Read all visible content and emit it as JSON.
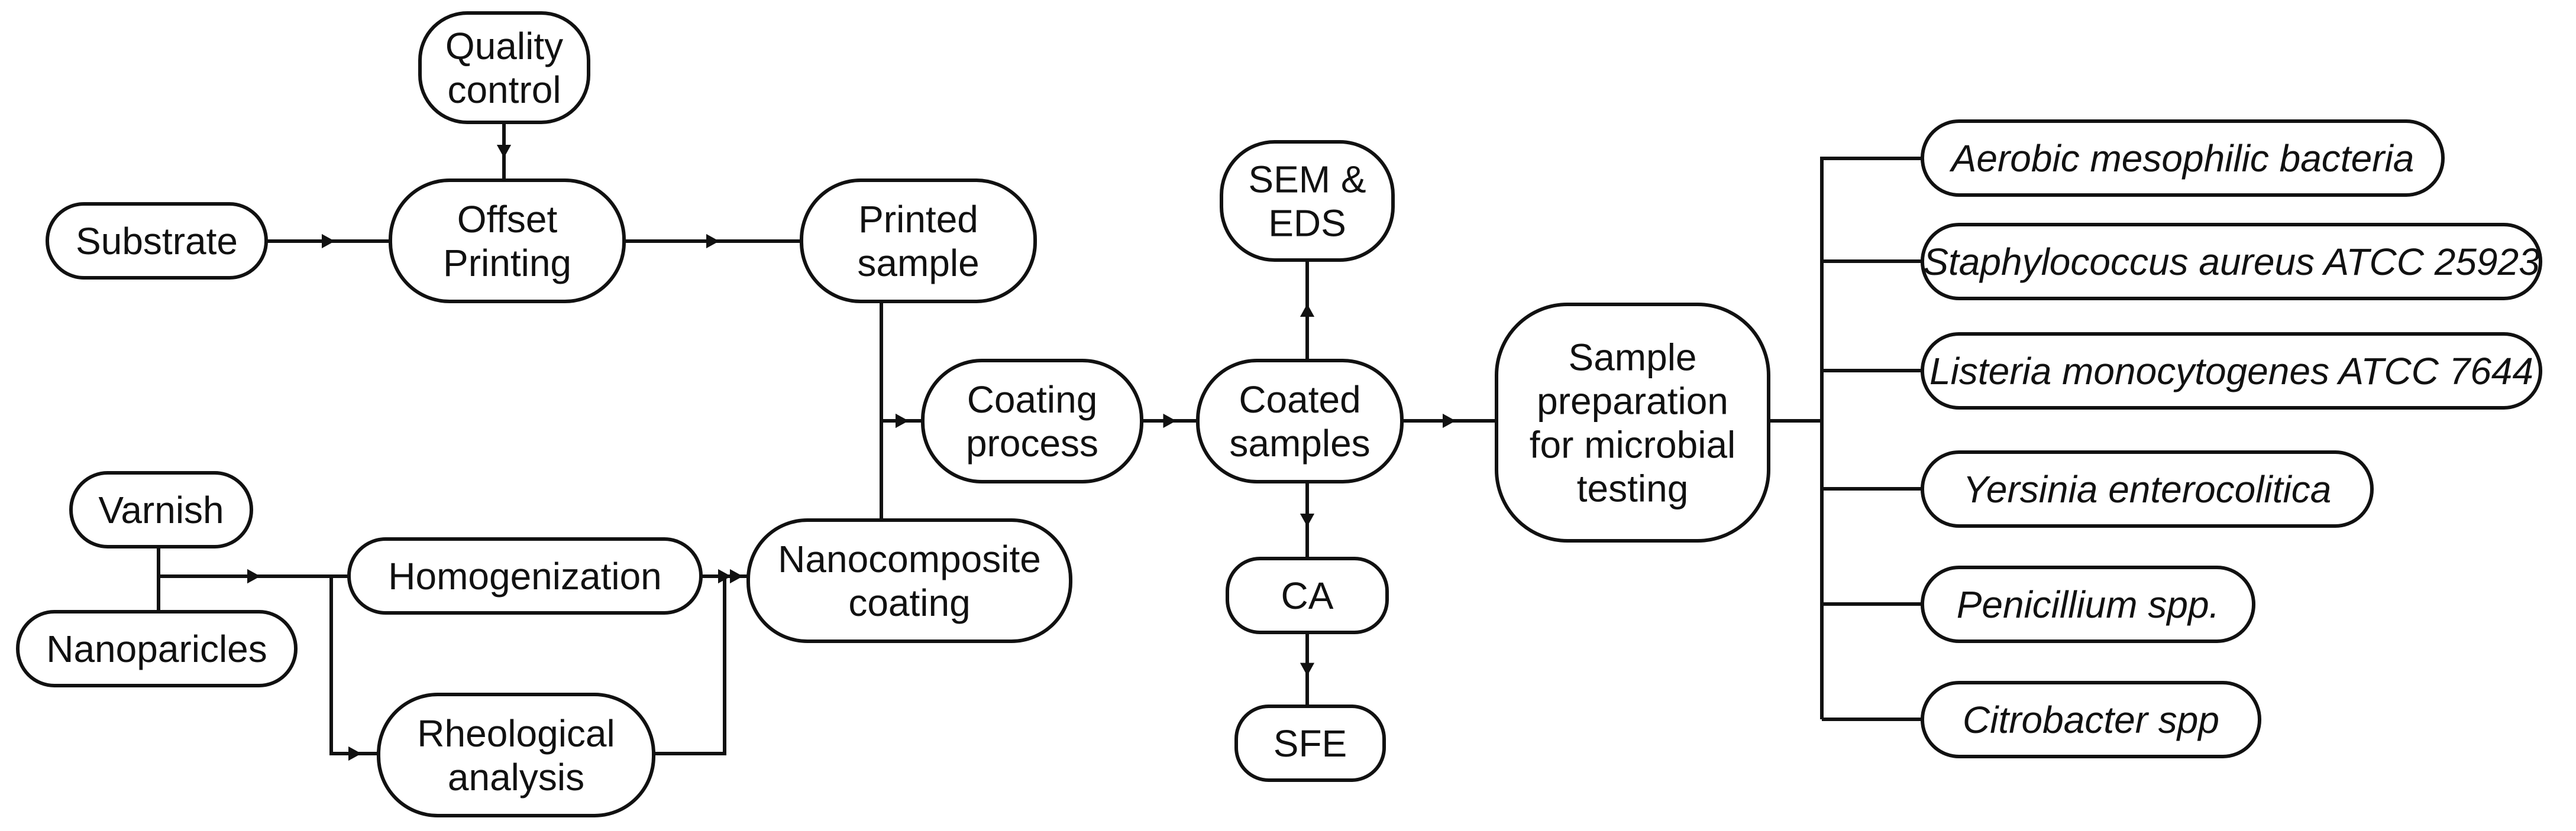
{
  "diagram": {
    "nodes": [
      {
        "id": "quality-control",
        "lines": [
          "Quality",
          "control"
        ]
      },
      {
        "id": "substrate",
        "lines": [
          "Substrate"
        ]
      },
      {
        "id": "offset-printing",
        "lines": [
          "Offset",
          "Printing"
        ]
      },
      {
        "id": "printed-sample",
        "lines": [
          "Printed",
          "sample"
        ]
      },
      {
        "id": "varnish",
        "lines": [
          "Varnish"
        ]
      },
      {
        "id": "nanoparticles",
        "lines": [
          "Nanoparicles"
        ]
      },
      {
        "id": "homogenization",
        "lines": [
          "Homogenization"
        ]
      },
      {
        "id": "rheological-analysis",
        "lines": [
          "Rheological",
          "analysis"
        ]
      },
      {
        "id": "nanocomposite-coating",
        "lines": [
          "Nanocomposite",
          "coating"
        ]
      },
      {
        "id": "coating-process",
        "lines": [
          "Coating",
          "process"
        ]
      },
      {
        "id": "coated-samples",
        "lines": [
          "Coated",
          "samples"
        ]
      },
      {
        "id": "sem-eds",
        "lines": [
          "SEM &",
          "EDS"
        ]
      },
      {
        "id": "ca",
        "lines": [
          "CA"
        ]
      },
      {
        "id": "sfe",
        "lines": [
          "SFE"
        ]
      },
      {
        "id": "sample-preparation",
        "lines": [
          "Sample",
          "preparation",
          "for microbial",
          "testing"
        ]
      },
      {
        "id": "aerobic",
        "lines": [
          "Aerobic mesophilic bacteria"
        ]
      },
      {
        "id": "staph",
        "lines": [
          "Staphylococcus aureus ATCC 25923"
        ]
      },
      {
        "id": "listeria",
        "lines": [
          "Listeria monocytogenes ATCC 7644"
        ]
      },
      {
        "id": "yersinia",
        "lines": [
          "Yersinia enterocolitica"
        ]
      },
      {
        "id": "penicillium",
        "lines": [
          "Penicillium spp."
        ]
      },
      {
        "id": "citrobacter",
        "lines": [
          "Citrobacter spp"
        ]
      }
    ],
    "edges": [
      {
        "from": "quality-control",
        "to": "offset-printing"
      },
      {
        "from": "substrate",
        "to": "offset-printing"
      },
      {
        "from": "offset-printing",
        "to": "printed-sample"
      },
      {
        "from": "printed-sample",
        "to": "coating-process"
      },
      {
        "from": "varnish",
        "to": "homogenization"
      },
      {
        "from": "nanoparticles",
        "to": "homogenization"
      },
      {
        "from": "homogenization",
        "to": "nanocomposite-coating"
      },
      {
        "from": "homogenization",
        "to": "rheological-analysis"
      },
      {
        "from": "rheological-analysis",
        "to": "nanocomposite-coating"
      },
      {
        "from": "nanocomposite-coating",
        "to": "coating-process"
      },
      {
        "from": "coating-process",
        "to": "coated-samples"
      },
      {
        "from": "coated-samples",
        "to": "sem-eds"
      },
      {
        "from": "coated-samples",
        "to": "ca"
      },
      {
        "from": "ca",
        "to": "sfe"
      },
      {
        "from": "coated-samples",
        "to": "sample-preparation"
      },
      {
        "from": "sample-preparation",
        "to": "aerobic"
      },
      {
        "from": "sample-preparation",
        "to": "staph"
      },
      {
        "from": "sample-preparation",
        "to": "listeria"
      },
      {
        "from": "sample-preparation",
        "to": "yersinia"
      },
      {
        "from": "sample-preparation",
        "to": "penicillium"
      },
      {
        "from": "sample-preparation",
        "to": "citrobacter"
      }
    ]
  }
}
